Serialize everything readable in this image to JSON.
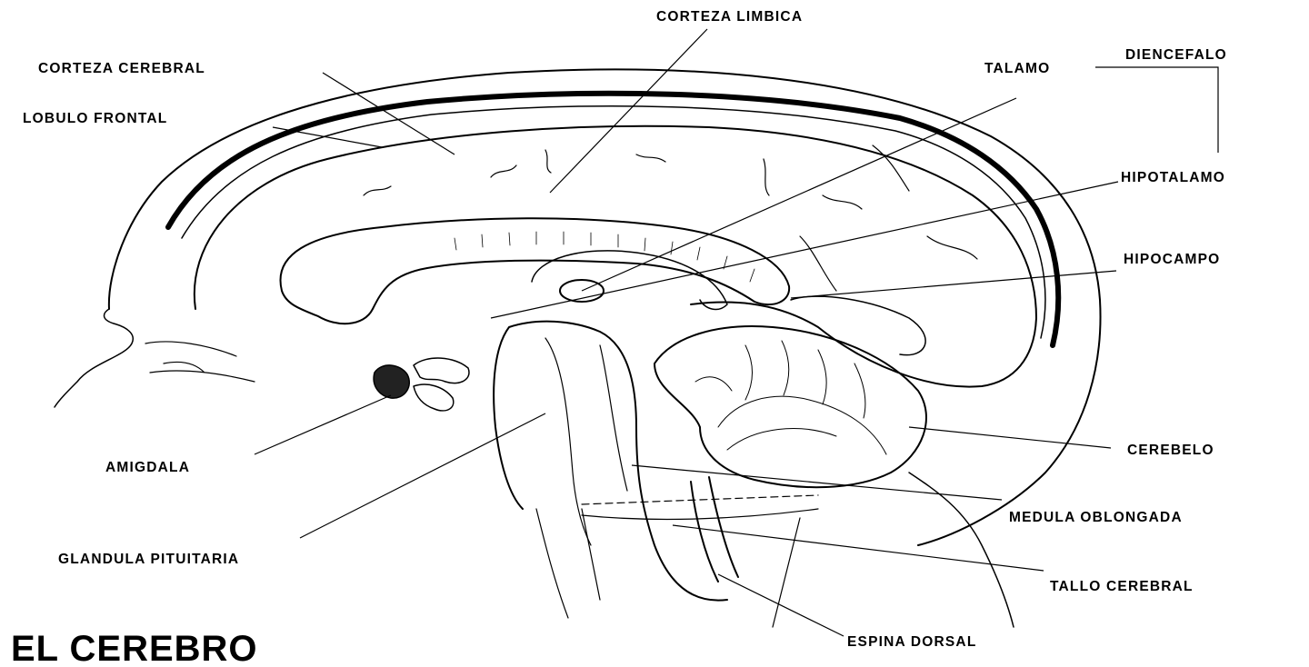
{
  "title": "EL CEREBRO",
  "labels": {
    "corteza_limbica": "CORTEZA LIMBICA",
    "corteza_cerebral": "CORTEZA CEREBRAL",
    "lobulo_frontal": "LOBULO FRONTAL",
    "talamo": "TALAMO",
    "diencefalo": "DIENCEFALO",
    "hipotalamo": "HIPOTALAMO",
    "hipocampo": "HIPOCAMPO",
    "amigdala": "AMIGDALA",
    "glandula_pituitaria": "GLANDULA PITUITARIA",
    "cerebelo": "CEREBELO",
    "medula_oblongada": "MEDULA OBLONGADA",
    "tallo_cerebral": "TALLO CEREBRAL",
    "espina_dorsal": "ESPINA DORSAL"
  },
  "colors": {
    "ink": "#000000",
    "background": "#ffffff"
  }
}
